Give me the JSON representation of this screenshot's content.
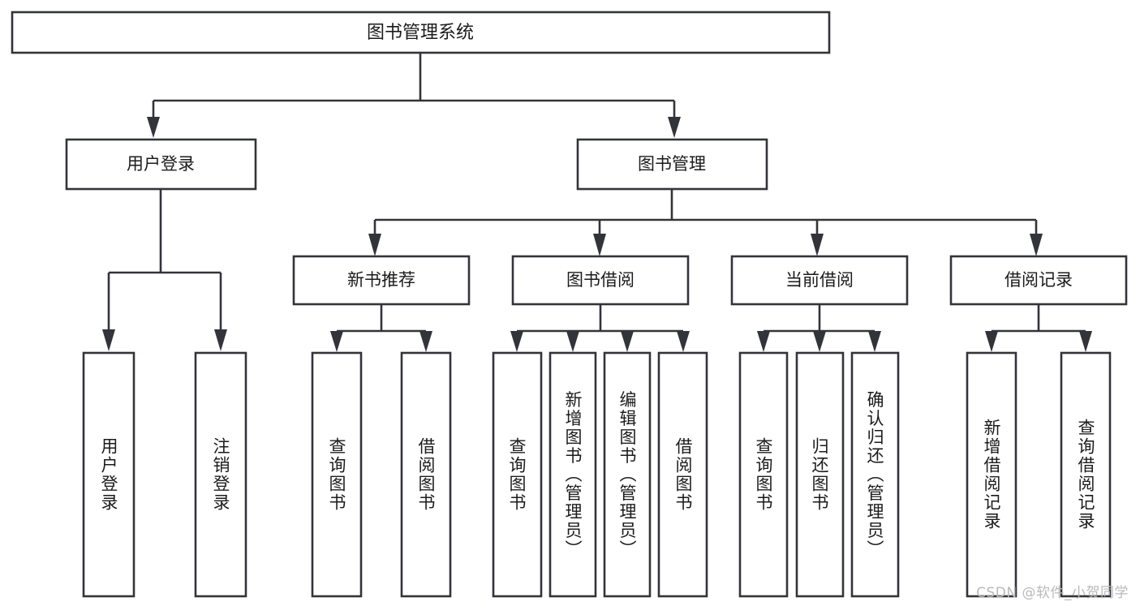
{
  "diagram": {
    "type": "tree-hierarchy",
    "title": "图书管理系统",
    "watermark": "CSDN @软件_小贺同学",
    "colors": {
      "stroke": "#33343a",
      "fill": "#ffffff",
      "text": "#1b1b1b",
      "watermark": "#b9b9b9",
      "background": "#ffffff"
    },
    "levels": {
      "root": {
        "label": "图书管理系统"
      },
      "level2": [
        {
          "label": "用户登录"
        },
        {
          "label": "图书管理"
        }
      ],
      "level3": [
        {
          "label": "新书推荐"
        },
        {
          "label": "图书借阅"
        },
        {
          "label": "当前借阅"
        },
        {
          "label": "借阅记录"
        }
      ],
      "leaves": {
        "user_login": [
          {
            "label": "用户登录"
          },
          {
            "label": "注销登录"
          }
        ],
        "new_book_recommend": [
          {
            "label": "查询图书"
          },
          {
            "label": "借阅图书"
          }
        ],
        "book_borrow": [
          {
            "label": "查询图书"
          },
          {
            "label": "新增图书（管理员）"
          },
          {
            "label": "编辑图书（管理员）"
          },
          {
            "label": "借阅图书"
          }
        ],
        "current_borrow": [
          {
            "label": "查询图书"
          },
          {
            "label": "归还图书"
          },
          {
            "label": "确认归还（管理员）"
          }
        ],
        "borrow_record": [
          {
            "label": "新增借阅记录"
          },
          {
            "label": "查询借阅记录"
          }
        ]
      }
    }
  }
}
